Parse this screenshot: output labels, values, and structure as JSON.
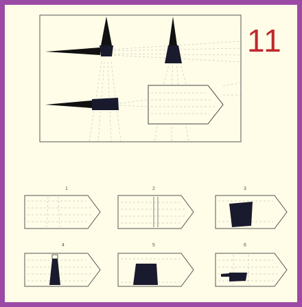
{
  "puzzle": {
    "number": "11",
    "option_labels": [
      "1",
      "2",
      "3",
      "4",
      "5",
      "6"
    ]
  },
  "colors": {
    "frame": "#9b4aa6",
    "background": "#fffde8",
    "number": "#c0282e",
    "ink": "#1a1a2e",
    "line": "#444444"
  }
}
